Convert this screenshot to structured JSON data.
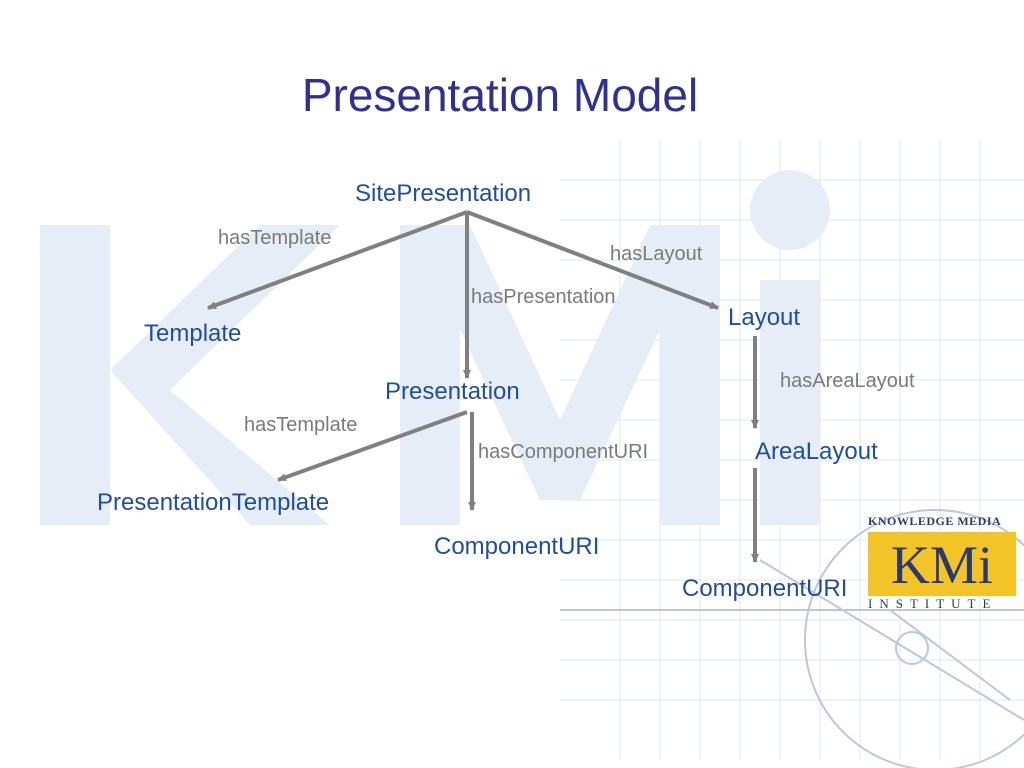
{
  "slide": {
    "title": "Presentation Model"
  },
  "nodes": {
    "site_presentation": "SitePresentation",
    "template": "Template",
    "presentation": "Presentation",
    "layout": "Layout",
    "presentation_template": "PresentationTemplate",
    "component_uri_1": "ComponentURI",
    "area_layout": "AreaLayout",
    "component_uri_2": "ComponentURI"
  },
  "edges": {
    "has_template_1": "hasTemplate",
    "has_layout": "hasLayout",
    "has_presentation": "hasPresentation",
    "has_area_layout": "hasAreaLayout",
    "has_template_2": "hasTemplate",
    "has_component_uri": "hasComponentURI"
  },
  "logo": {
    "top_line": "KNOWLEDGE MEDIA",
    "mark": "KMi",
    "bottom_line": "INSTITUTE"
  },
  "colors": {
    "title": "#2e3192",
    "node_text": "#1f4e9c",
    "edge_label": "#7a7a7a",
    "arrow": "#808080",
    "logo_yellow": "#f2c428",
    "logo_navy": "#2a3a6e"
  }
}
